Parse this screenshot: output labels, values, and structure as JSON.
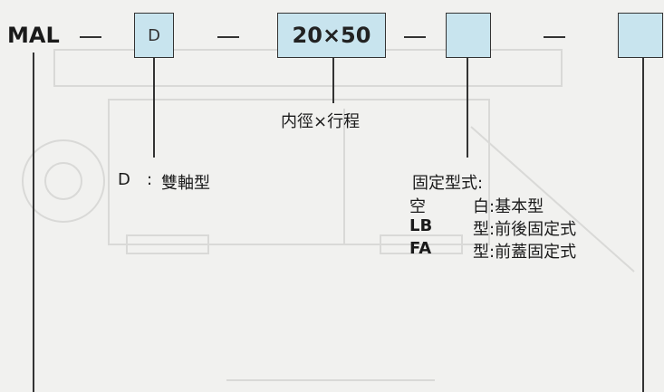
{
  "code": {
    "prefix": "MAL",
    "separator": "—",
    "box1": "D",
    "box2": "20×50",
    "box3": "",
    "box4": ""
  },
  "annotations": {
    "bore_stroke": "内徑×行程",
    "d_key": "D",
    "d_colon": ":",
    "d_desc": "雙軸型",
    "mount_title": "固定型式:",
    "mounts": [
      {
        "key": "空",
        "type": "白",
        "desc": ":基本型"
      },
      {
        "key": "LB",
        "type": "型",
        "desc": ":前後固定式"
      },
      {
        "key": "FA",
        "type": "型",
        "desc": ":前蓋固定式"
      }
    ]
  },
  "colors": {
    "box_fill": "#c8e4ee",
    "line": "#333333",
    "background": "#f1f1ef"
  }
}
